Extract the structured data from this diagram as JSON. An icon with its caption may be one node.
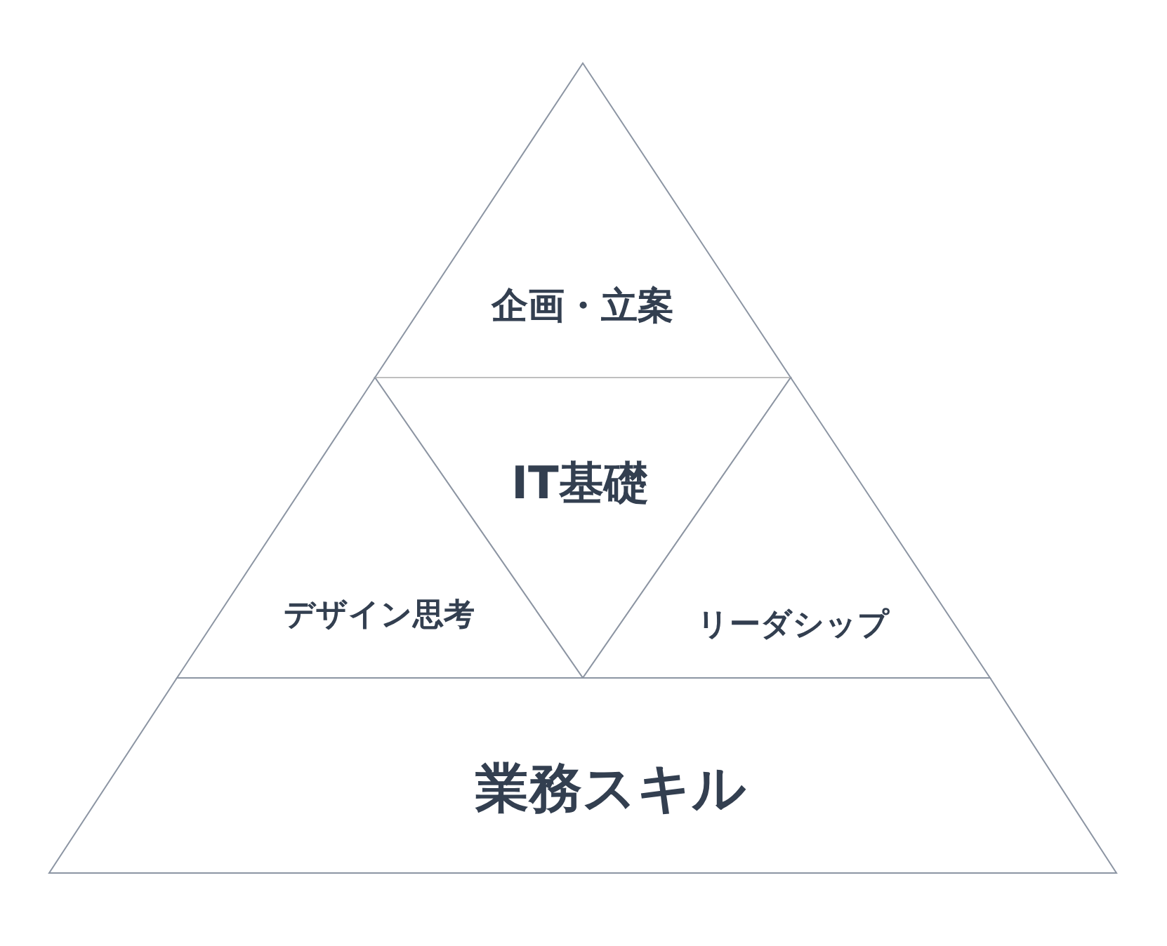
{
  "diagram": {
    "nodes": [
      {
        "text": [
          "企画・立案"
        ]
      },
      {
        "text": [
          "IT基礎"
        ]
      },
      {
        "text": [
          "デザイン思考"
        ]
      },
      {
        "text": [
          "リーダシップ"
        ]
      },
      {
        "text": [
          "業務スキル"
        ]
      }
    ]
  }
}
